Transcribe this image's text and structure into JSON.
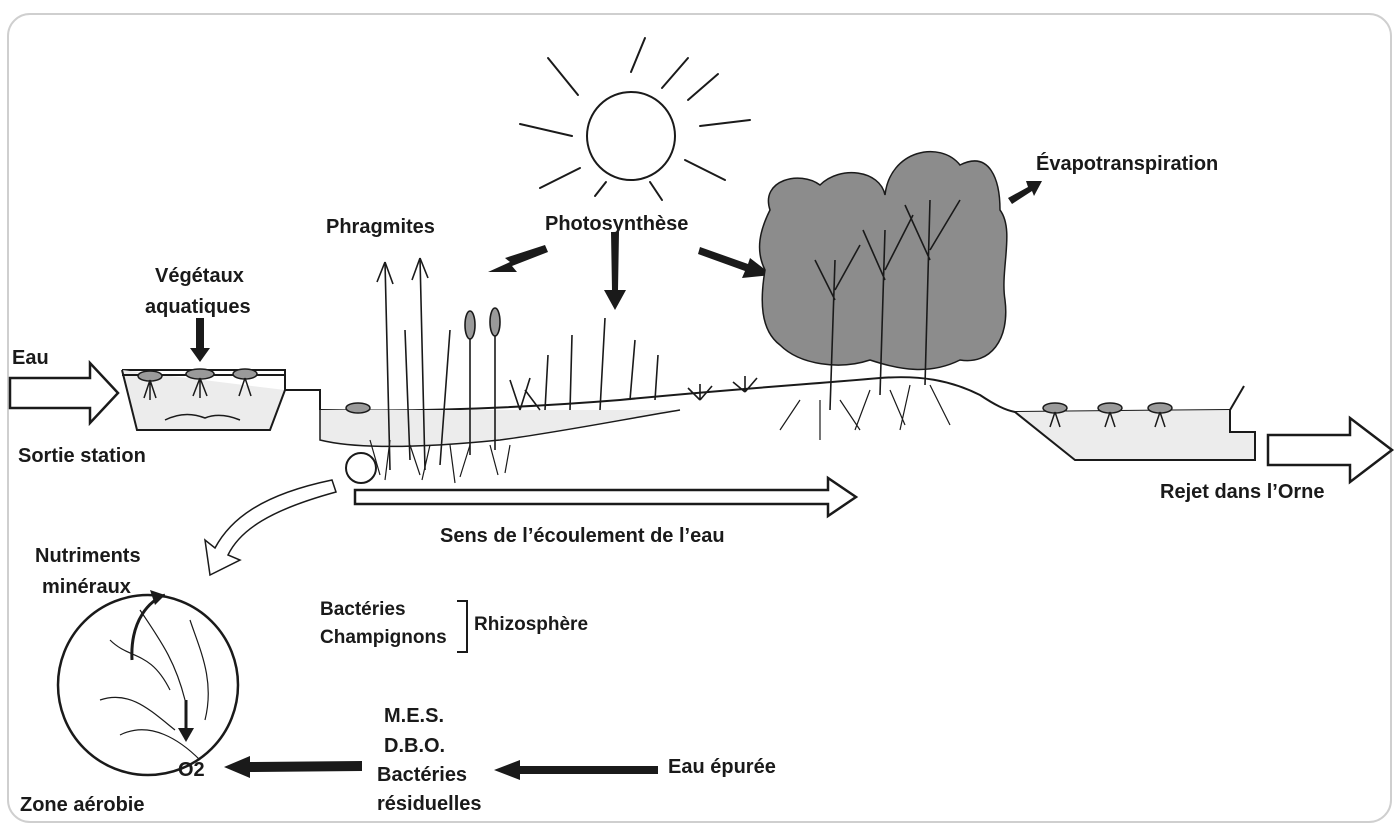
{
  "labels": {
    "evapo": "Évapotranspiration",
    "phragmites": "Phragmites",
    "photosynthese": "Photosynthèse",
    "vegetaux_1": "Végétaux",
    "vegetaux_2": "aquatiques",
    "eau": "Eau",
    "sortie": "Sortie station",
    "rejet": "Rejet dans l’Orne",
    "sens": "Sens de l’écoulement de l’eau",
    "nutriments_1": "Nutriments",
    "nutriments_2": "minéraux",
    "bacteries": "Bactéries",
    "champignons": "Champignons",
    "rhizosphere": "Rhizosphère",
    "mes": "M.E.S.",
    "dbo": "D.B.O.",
    "bact_res_1": "Bactéries",
    "bact_res_2": "résiduelles",
    "eau_epuree": "Eau épurée",
    "o2": "O2",
    "zone": "Zone aérobie"
  },
  "icons": [
    "sun-icon",
    "tree-icon",
    "reed-icon",
    "aquatic-plant-icon",
    "root-zone-icon"
  ],
  "colors": {
    "ink": "#1a1a1a",
    "tree": "#8c8c8c",
    "water": "#e8e8e8",
    "frame": "#cfcfcf"
  }
}
